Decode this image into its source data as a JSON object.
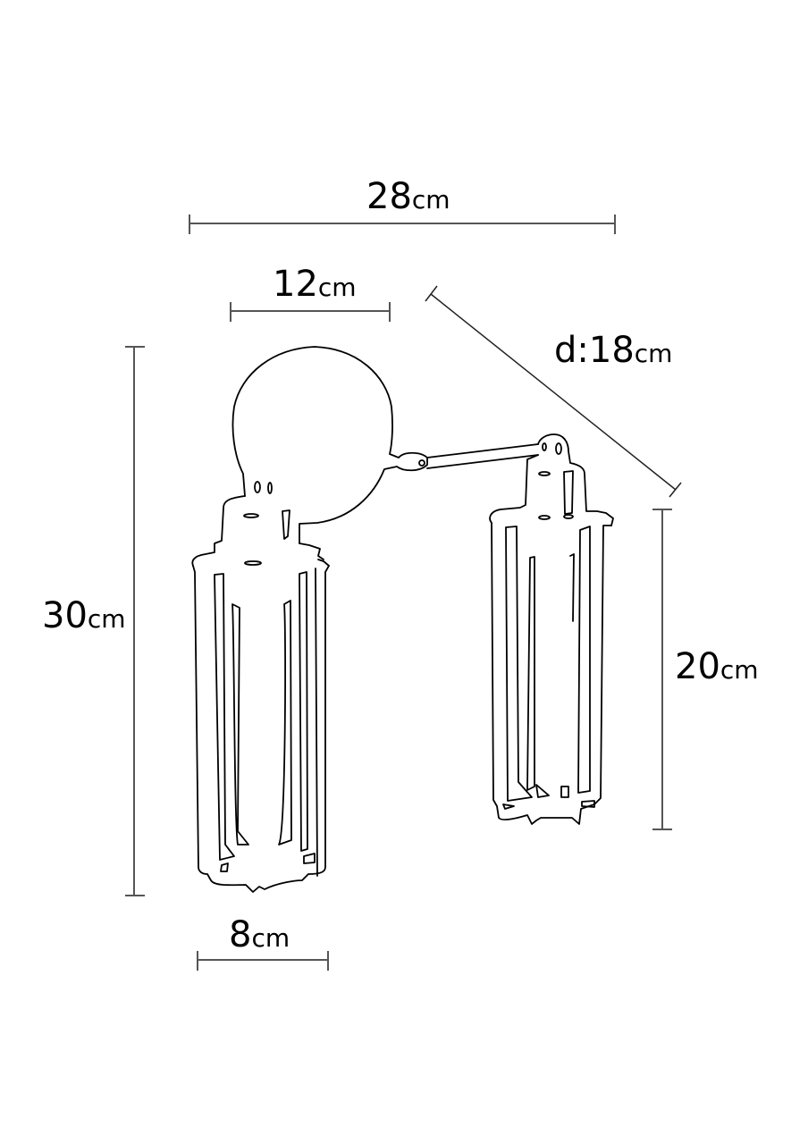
{
  "diagram": {
    "subject": "double-shade wall sconce",
    "line_color": "#000000",
    "dimension_line_color": "#555555",
    "background": "#ffffff"
  },
  "dimensions": {
    "overall_width": {
      "value": "28",
      "unit": "cm"
    },
    "backplate_width": {
      "value": "12",
      "unit": "cm"
    },
    "depth": {
      "prefix": "d:",
      "value": "18",
      "unit": "cm"
    },
    "overall_height": {
      "value": "30",
      "unit": "cm"
    },
    "right_shade_height": {
      "value": "20",
      "unit": "cm"
    },
    "shade_width": {
      "value": "8",
      "unit": "cm"
    }
  }
}
